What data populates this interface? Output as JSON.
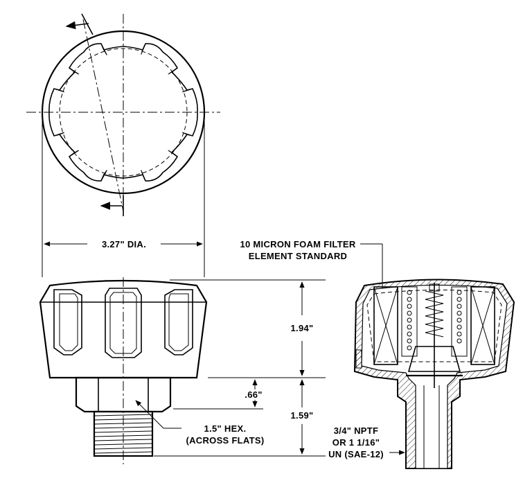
{
  "labels": {
    "diameter": "3.27\" DIA.",
    "filter_line1": "10 MICRON FOAM FILTER",
    "filter_line2": "ELEMENT STANDARD",
    "height_top": "1.94\"",
    "height_hex": ".66\"",
    "height_bottom": "1.59\"",
    "hex_line1": "1.5\" HEX.",
    "hex_line2": "(ACROSS FLATS)",
    "thread_line1": "3/4\" NPTF",
    "thread_line2": "OR 1 1/16\"",
    "thread_line3": "UN (SAE-12)"
  }
}
